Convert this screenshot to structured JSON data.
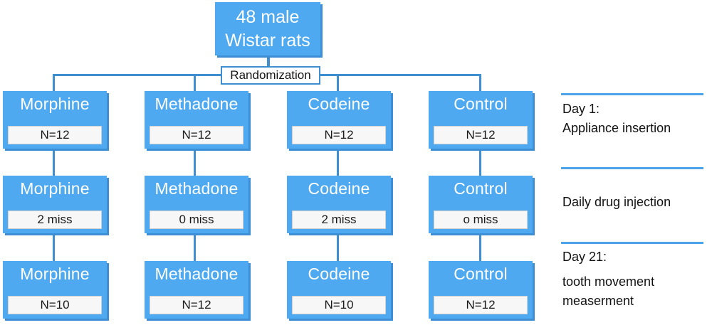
{
  "root": {
    "lines": [
      "48 male",
      "Wistar rats"
    ]
  },
  "randomization": {
    "label": "Randomization"
  },
  "rows": [
    {
      "row_id": "day-1-allocation",
      "boxes": [
        {
          "title": "Morphine",
          "value": "N=12"
        },
        {
          "title": "Methadone",
          "value": "N=12"
        },
        {
          "title": "Codeine",
          "value": "N=12"
        },
        {
          "title": "Control",
          "value": "N=12"
        }
      ]
    },
    {
      "row_id": "attrition",
      "boxes": [
        {
          "title": "Morphine",
          "value": "2 miss"
        },
        {
          "title": "Methadone",
          "value": "0 miss"
        },
        {
          "title": "Codeine",
          "value": "2 miss"
        },
        {
          "title": "Control",
          "value": "o miss"
        }
      ]
    },
    {
      "row_id": "day-21-final",
      "boxes": [
        {
          "title": "Morphine",
          "value": "N=10"
        },
        {
          "title": "Methadone",
          "value": "N=12"
        },
        {
          "title": "Codeine",
          "value": "N=10"
        },
        {
          "title": "Control",
          "value": "N=12"
        }
      ]
    }
  ],
  "annotations": [
    {
      "ann_id": "day-1",
      "lines": [
        "Day 1:",
        "Appliance insertion"
      ]
    },
    {
      "ann_id": "daily",
      "lines": [
        "Daily drug injection"
      ]
    },
    {
      "ann_id": "day-21",
      "lines": [
        "Day 21:",
        "tooth movement",
        "measerment"
      ]
    }
  ],
  "colors": {
    "box_fill": "#4ea9f0",
    "box_shadow": "#3c8fd4",
    "connector": "#3f8fd0",
    "divider": "#4ea3e8",
    "value_strip": "#f7f7f7",
    "title_text": "#ffffff",
    "body_text": "#111111"
  }
}
